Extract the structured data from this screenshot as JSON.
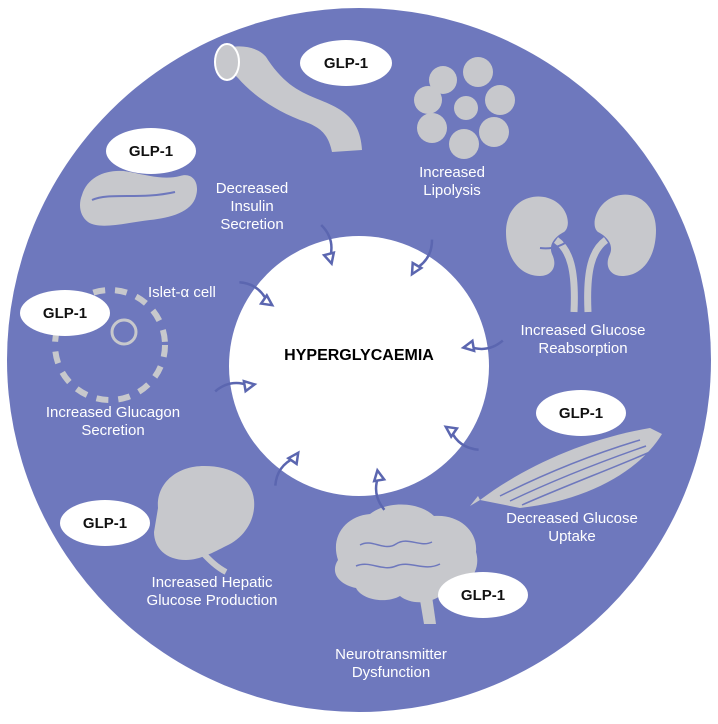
{
  "colors": {
    "disc": "#6e78bd",
    "organ": "#c7c8cc",
    "center": "#ffffff",
    "arrow": "#5b66b0",
    "pill": "#ffffff"
  },
  "center_label": "HYPERGLYCAEMIA",
  "glp_label": "GLP-1",
  "islet_label": "Islet-α cell",
  "organs": {
    "insulin": {
      "line1": "Decreased",
      "line2": "Insulin",
      "line3": "Secretion",
      "icon": "pancreas-icon"
    },
    "lipolysis": {
      "line1": "Increased",
      "line2": "Lipolysis",
      "icon": "fat-cell-icon"
    },
    "kidney": {
      "line1": "Increased Glucose",
      "line2": "Reabsorption",
      "icon": "kidney-icon"
    },
    "muscle": {
      "line1": "Decreased Glucose",
      "line2": "Uptake",
      "icon": "muscle-icon"
    },
    "brain": {
      "line1": "Neurotransmitter",
      "line2": "Dysfunction",
      "icon": "brain-icon"
    },
    "liver": {
      "line1": "Increased Hepatic",
      "line2": "Glucose Production",
      "icon": "liver-icon"
    },
    "glucagon": {
      "line1": "Increased Glucagon",
      "line2": "Secretion",
      "icon": "islet-cell-icon"
    },
    "gut": {
      "icon": "intestine-icon"
    }
  }
}
